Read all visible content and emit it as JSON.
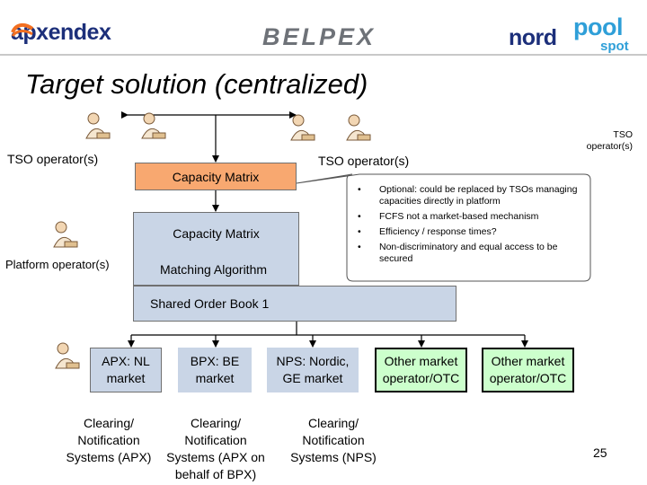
{
  "logos": {
    "apx": "apx",
    "endex": "endex",
    "belpex": "BELPEX",
    "nord": "nord",
    "pool": "pool",
    "spot": "spot"
  },
  "title": "Target solution (centralized)",
  "labels": {
    "tso_left": "TSO operator(s)",
    "tso_mid": "TSO operator(s)",
    "tso_right": [
      "TSO",
      "operator(s)"
    ],
    "platform_operator": "Platform operator(s)"
  },
  "boxes": {
    "capacity_matrix_top": "Capacity Matrix",
    "capacity_matrix_platform": "Capacity Matrix",
    "matching_algorithm": "Matching Algorithm",
    "shared_order_book": "Shared Order Book 1"
  },
  "callout": [
    "Optional: could be replaced by TSOs managing capacities directly in platform",
    "FCFS not a market-based mechanism",
    "Efficiency / response times?",
    "Non-discriminatory and equal access to be secured"
  ],
  "markets": {
    "apx": [
      "APX: NL",
      "market"
    ],
    "bpx": [
      "BPX: BE",
      "market"
    ],
    "nps": [
      "NPS: Nordic,",
      "GE market"
    ],
    "other1": [
      "Other market",
      "operator/OTC"
    ],
    "other2": [
      "Other market",
      "operator/OTC"
    ]
  },
  "clearing": {
    "apx": [
      "Clearing/",
      "Notification",
      "Systems (APX)"
    ],
    "bpx": [
      "Clearing/",
      "Notification",
      "Systems (APX on",
      "behalf of BPX)"
    ],
    "nps": [
      "Clearing/",
      "Notification",
      "Systems (NPS)"
    ]
  },
  "icons": {
    "person": "person-at-desk-icon"
  },
  "colors": {
    "orange_box": "#f8a870",
    "blue_box": "#c9d5e6",
    "green_box": "#ccffcc"
  },
  "page_number": "25"
}
